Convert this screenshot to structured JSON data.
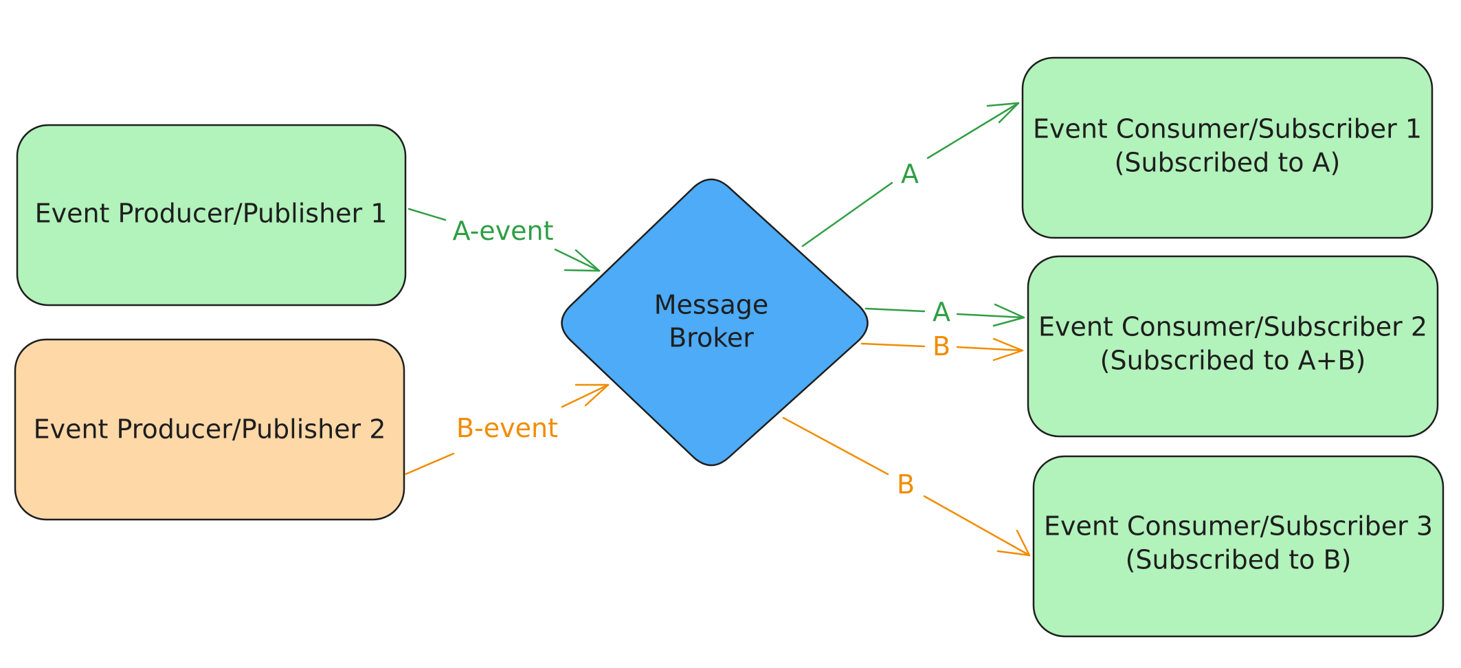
{
  "colors": {
    "producer_1": "#b2f2bb",
    "producer_2": "#ffd8a8",
    "broker": "#4dabf7",
    "consumer": "#b2f2bb",
    "stroke": "#1e1e1e",
    "edge_a": "#2f9e44",
    "edge_b": "#f08c00"
  },
  "nodes": {
    "producer_1": {
      "lines": [
        "Event Producer/Publisher 1"
      ]
    },
    "producer_2": {
      "lines": [
        "Event Producer/Publisher 2"
      ]
    },
    "broker": {
      "lines": [
        "Message",
        "Broker"
      ]
    },
    "consumer_1": {
      "lines": [
        "Event Consumer/Subscriber 1",
        "(Subscribed to A)"
      ]
    },
    "consumer_2": {
      "lines": [
        "Event Consumer/Subscriber 2",
        "(Subscribed to A+B)"
      ]
    },
    "consumer_3": {
      "lines": [
        "Event Consumer/Subscriber 3",
        "(Subscribed to B)"
      ]
    }
  },
  "edges": {
    "producer_1_to_broker": {
      "label": "A-event"
    },
    "producer_2_to_broker": {
      "label": "B-event"
    },
    "broker_to_consumer_1": {
      "label": "A"
    },
    "broker_to_consumer_2_a": {
      "label": "A"
    },
    "broker_to_consumer_2_b": {
      "label": "B"
    },
    "broker_to_consumer_3": {
      "label": "B"
    }
  }
}
